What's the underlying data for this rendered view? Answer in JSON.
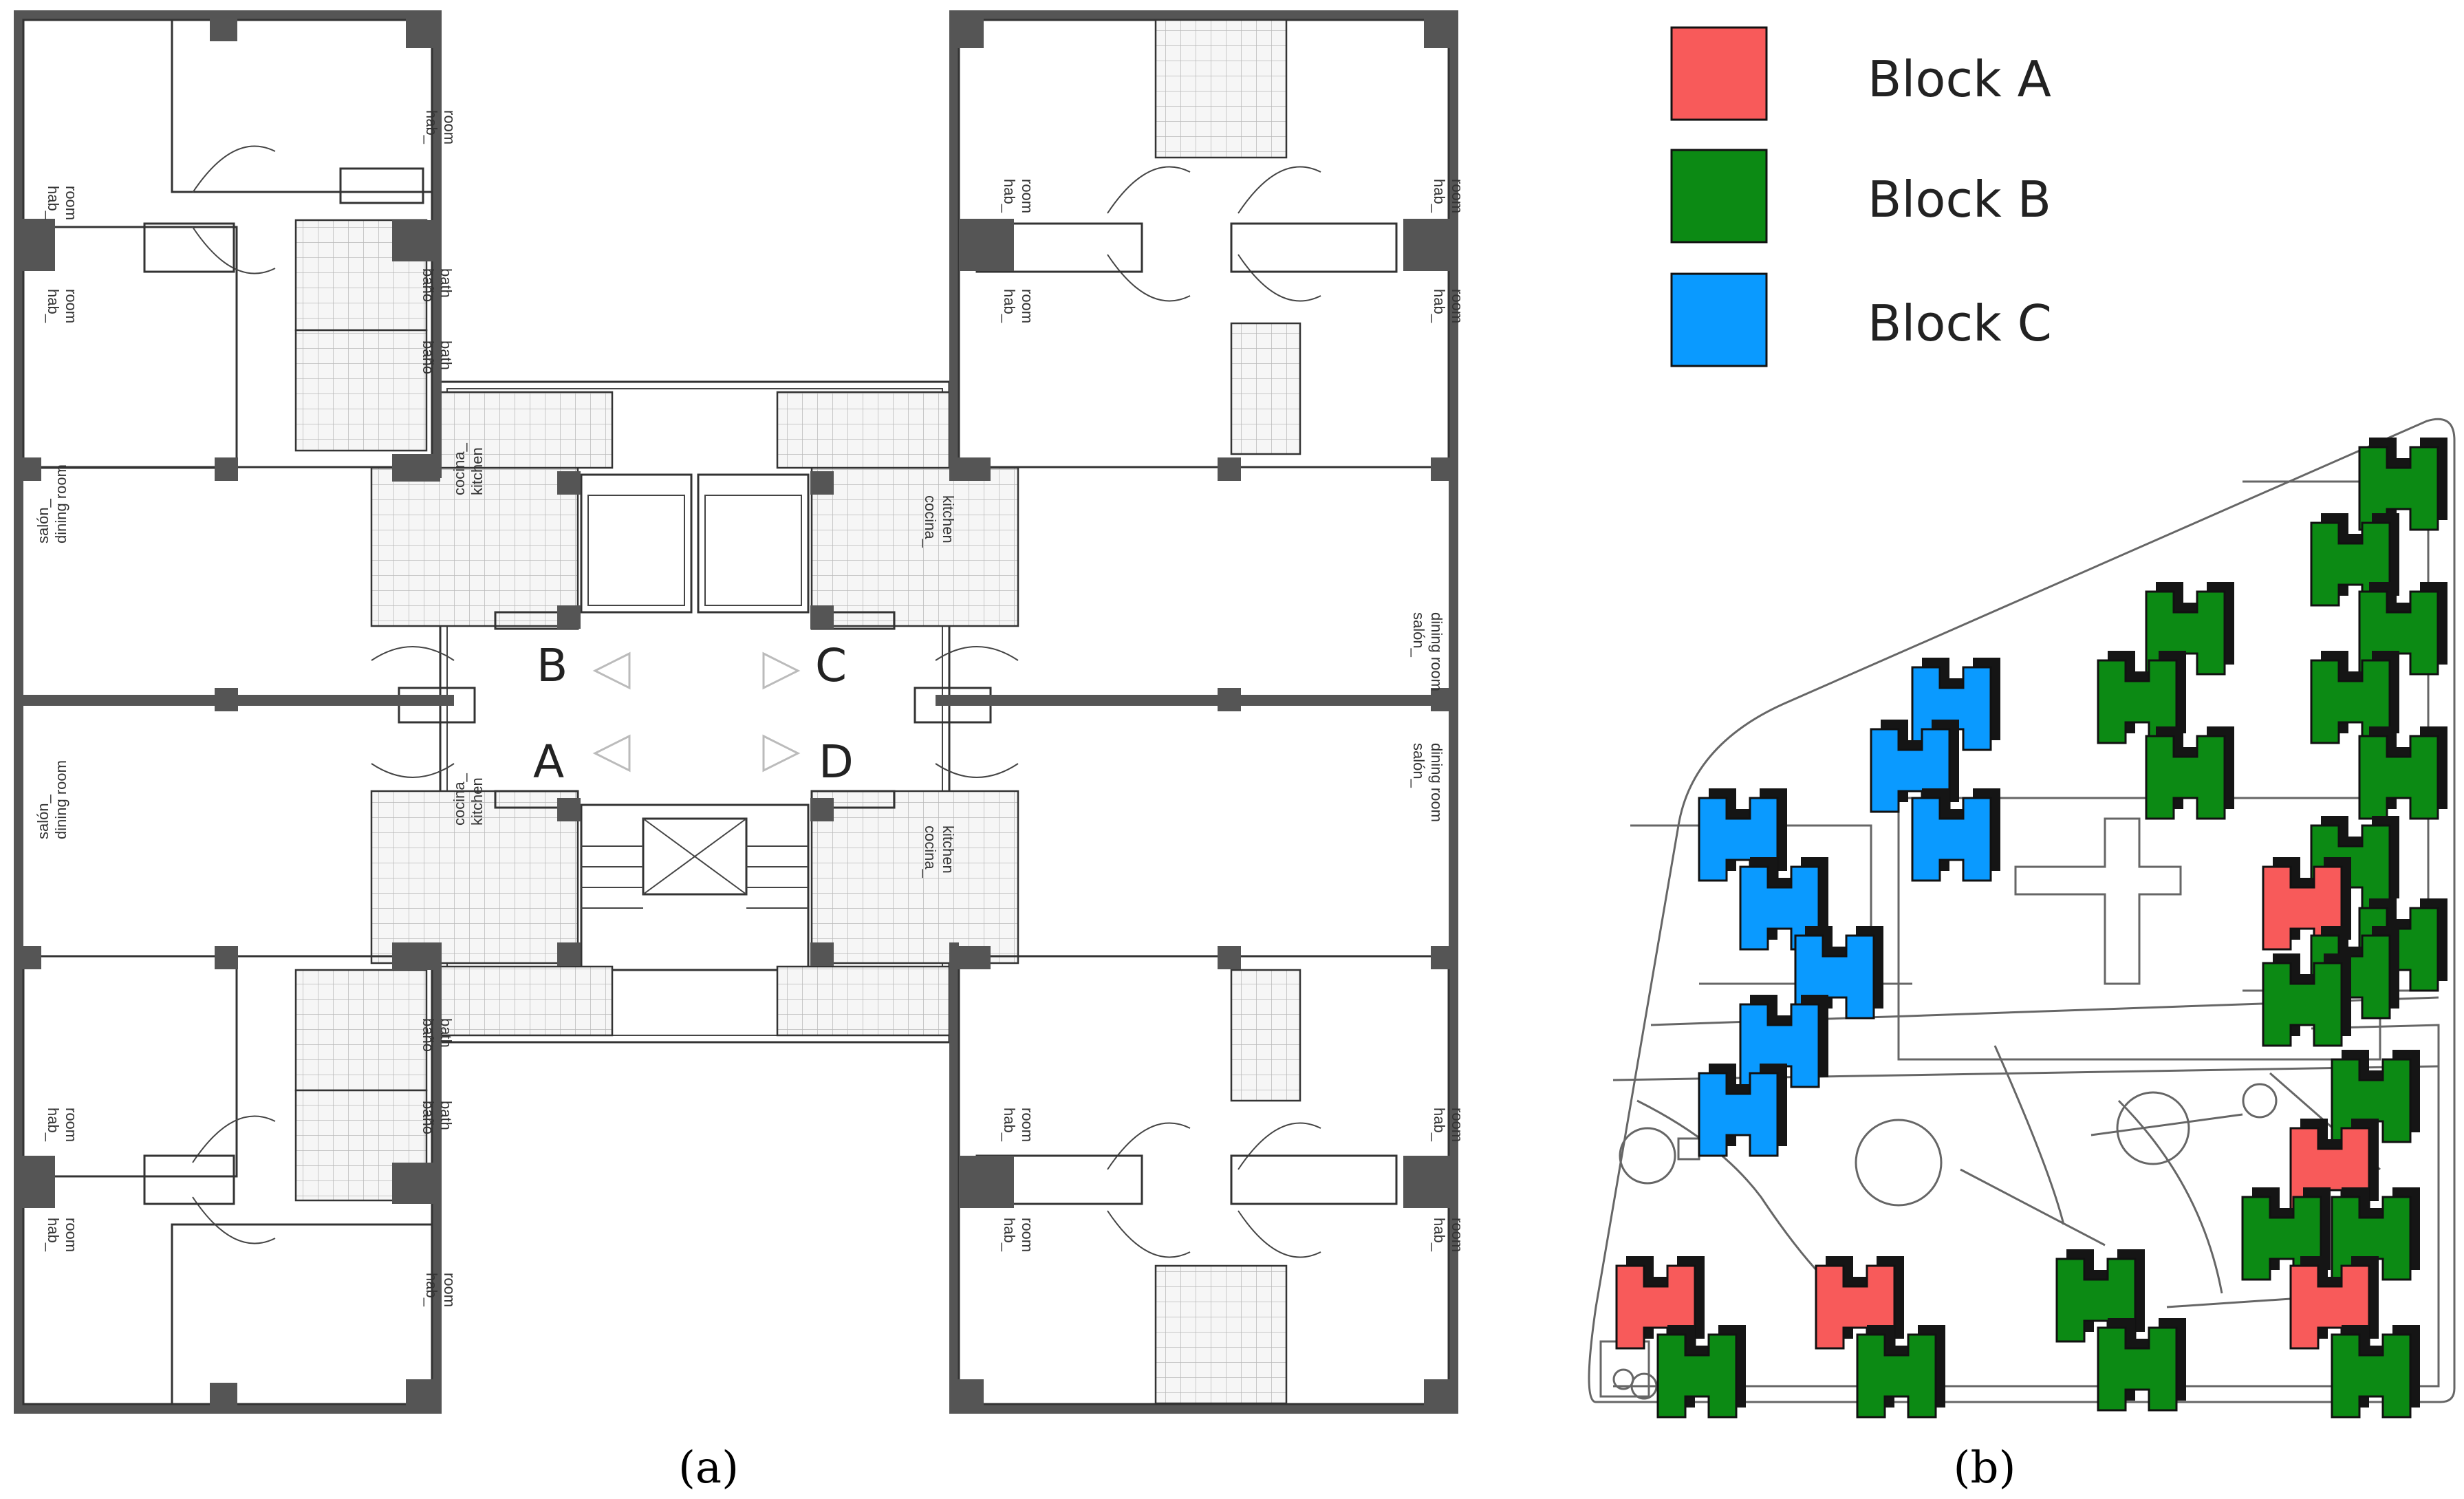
{
  "panel_a": {
    "caption": "(a)",
    "rooms": {
      "hab": "hab_",
      "room": "room",
      "bano": "baño",
      "bath": "bath",
      "cocina": "cocina_",
      "kitchen": "kitchen",
      "salon": "salón_",
      "dining": "dining room"
    },
    "corners": {
      "a": "A",
      "b": "B",
      "c": "C",
      "d": "D"
    }
  },
  "panel_b": {
    "caption": "(b)",
    "legend": [
      {
        "label": "Block A",
        "color": "#f85a5a"
      },
      {
        "label": "Block B",
        "color": "#0c8a14"
      },
      {
        "label": "Block C",
        "color": "#0a9aff"
      }
    ],
    "blocks": [
      {
        "block": "B"
      },
      {
        "block": "B"
      },
      {
        "block": "B"
      },
      {
        "block": "B"
      },
      {
        "block": "B"
      },
      {
        "block": "B"
      },
      {
        "block": "B"
      },
      {
        "block": "B"
      },
      {
        "block": "B"
      },
      {
        "block": "B"
      },
      {
        "block": "A"
      },
      {
        "block": "B"
      },
      {
        "block": "B"
      },
      {
        "block": "C"
      },
      {
        "block": "C"
      },
      {
        "block": "C"
      },
      {
        "block": "C"
      },
      {
        "block": "C"
      },
      {
        "block": "C"
      },
      {
        "block": "C"
      },
      {
        "block": "C"
      },
      {
        "block": "B"
      },
      {
        "block": "A"
      },
      {
        "block": "B"
      },
      {
        "block": "A"
      },
      {
        "block": "B"
      },
      {
        "block": "B"
      },
      {
        "block": "B"
      },
      {
        "block": "B"
      },
      {
        "block": "A"
      },
      {
        "block": "B"
      },
      {
        "block": "A"
      },
      {
        "block": "B"
      }
    ]
  }
}
